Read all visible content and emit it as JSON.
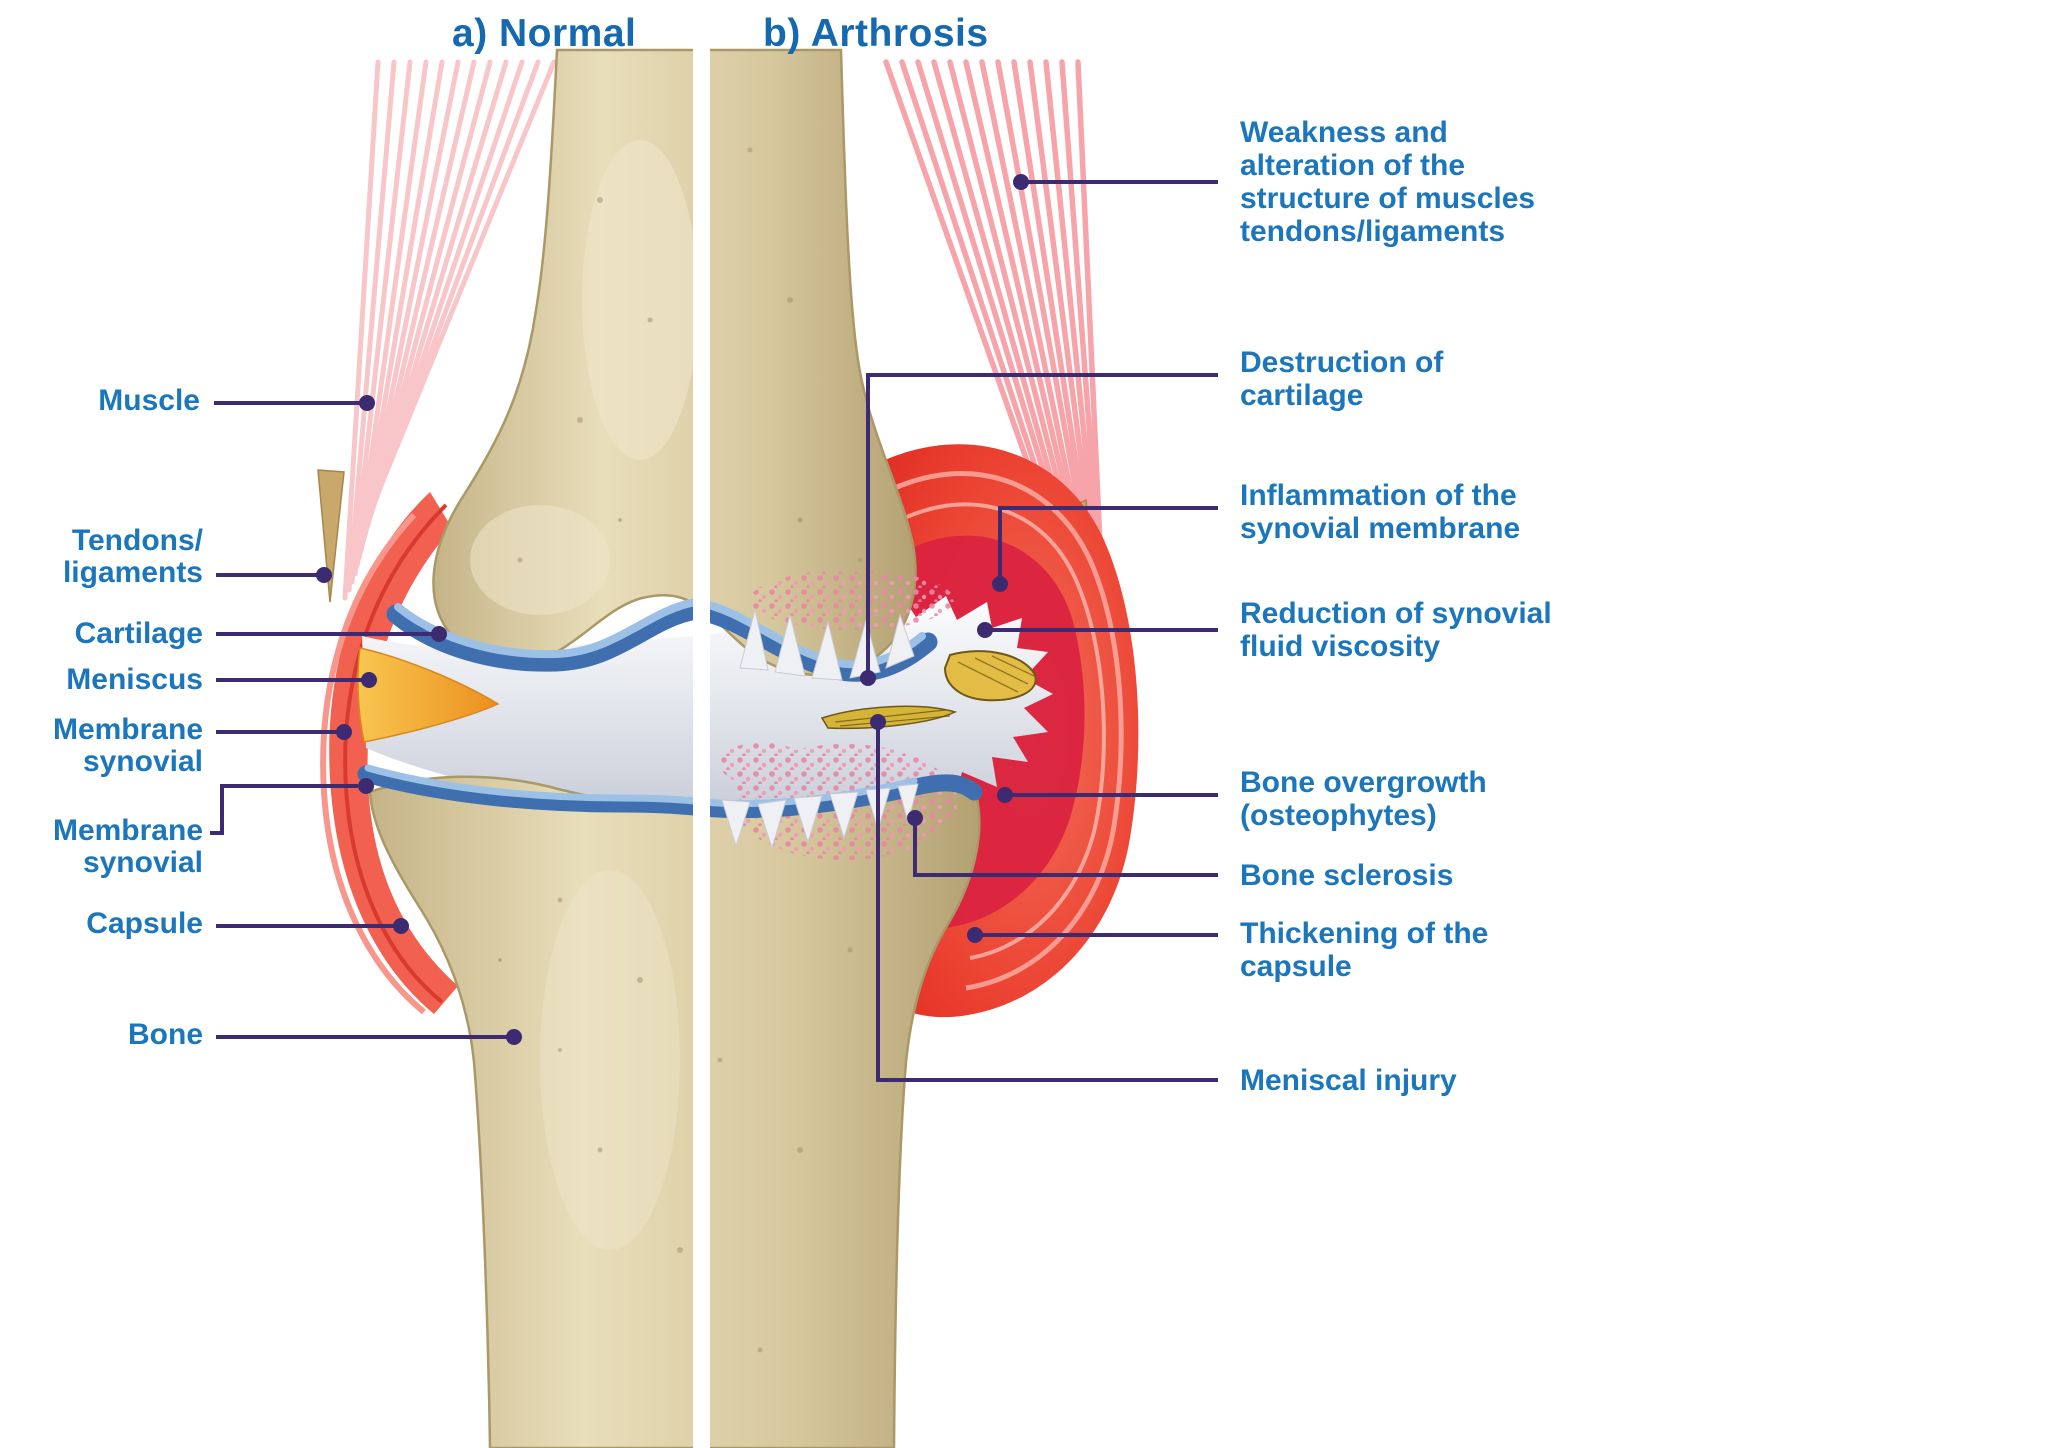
{
  "diagram": {
    "titles": {
      "normal": "a) Normal",
      "arthrosis": "b) Arthrosis"
    },
    "left_labels": [
      {
        "id": "muscle",
        "text": "Muscle"
      },
      {
        "id": "tendons-ligaments",
        "text": "Tendons/\nligaments"
      },
      {
        "id": "cartilage",
        "text": "Cartilage"
      },
      {
        "id": "meniscus",
        "text": "Meniscus"
      },
      {
        "id": "membrane-synovial-1",
        "text": "Membrane\nsynovial"
      },
      {
        "id": "membrane-synovial-2",
        "text": "Membrane\nsynovial"
      },
      {
        "id": "capsule",
        "text": "Capsule"
      },
      {
        "id": "bone",
        "text": "Bone"
      }
    ],
    "right_labels": [
      {
        "id": "weakness",
        "text": "Weakness and\nalteration of the\nstructure of muscles\ntendons/ligaments"
      },
      {
        "id": "destruction",
        "text": "Destruction of\ncartilage"
      },
      {
        "id": "inflammation",
        "text": "Inflammation of the\nsynovial membrane"
      },
      {
        "id": "reduction",
        "text": "Reduction of synovial\nfluid viscosity"
      },
      {
        "id": "overgrowth",
        "text": "Bone overgrowth\n(osteophytes)"
      },
      {
        "id": "sclerosis",
        "text": "Bone sclerosis"
      },
      {
        "id": "thickening",
        "text": "Thickening of the\ncapsule"
      },
      {
        "id": "meniscal",
        "text": "Meniscal injury"
      }
    ],
    "colors": {
      "label_blue": "#1b76bc",
      "title_blue": "#1669ae",
      "connector_purple": "#3d2b72",
      "bone_tan": "#d8caa2",
      "cartilage_blue": "#3f6fae",
      "meniscus_orange": "#f2a437",
      "capsule_red": "#ee4b3a",
      "inflammation_crimson": "#da2240",
      "osteophyte_yellow": "#e2bc45",
      "muscle_pink": "#f59aa0"
    }
  }
}
